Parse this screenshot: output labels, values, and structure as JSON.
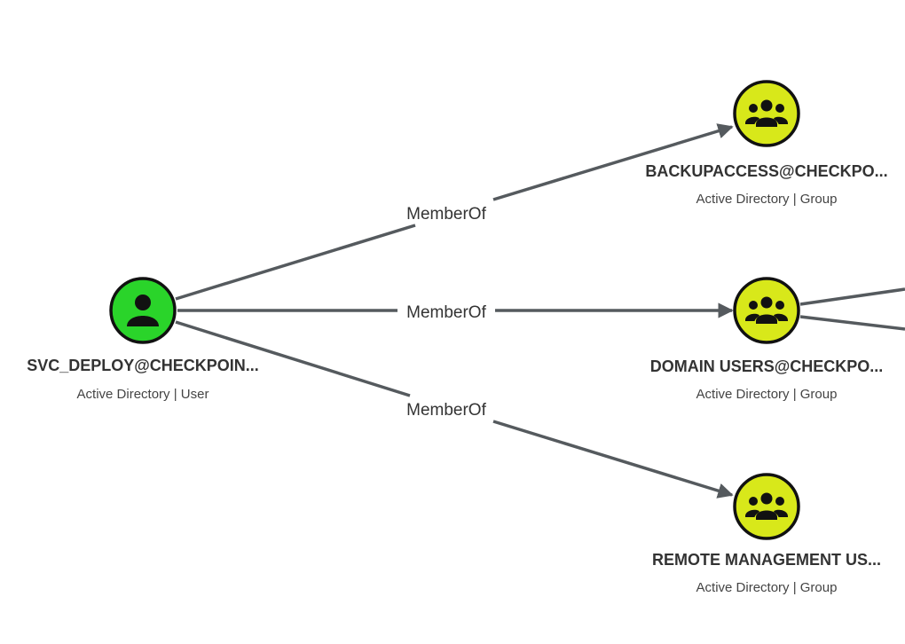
{
  "nodes": {
    "svc_deploy": {
      "name": "SVC_DEPLOY@CHECKPOIN...",
      "subtitle": "Active Directory | User",
      "type": "user",
      "color": "#2ad42a",
      "icon": "user-icon"
    },
    "backupaccess": {
      "name": "BACKUPACCESS@CHECKPO...",
      "subtitle": "Active Directory | Group",
      "type": "group",
      "color": "#d8e81a",
      "icon": "group-icon"
    },
    "domain_users": {
      "name": "DOMAIN USERS@CHECKPO...",
      "subtitle": "Active Directory | Group",
      "type": "group",
      "color": "#d8e81a",
      "icon": "group-icon"
    },
    "remote_management": {
      "name": "REMOTE MANAGEMENT US...",
      "subtitle": "Active Directory | Group",
      "type": "group",
      "color": "#d8e81a",
      "icon": "group-icon"
    }
  },
  "edges": [
    {
      "from": "svc_deploy",
      "to": "backupaccess",
      "label": "MemberOf"
    },
    {
      "from": "svc_deploy",
      "to": "domain_users",
      "label": "MemberOf"
    },
    {
      "from": "svc_deploy",
      "to": "remote_management",
      "label": "MemberOf"
    }
  ],
  "edge_color": "#555a5e"
}
